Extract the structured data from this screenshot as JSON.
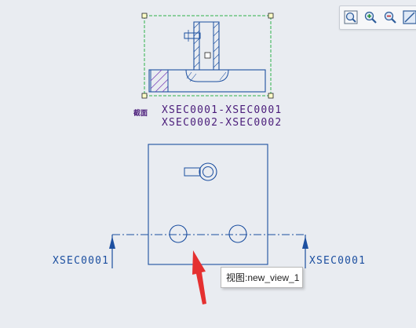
{
  "section": {
    "tag": "截面",
    "line1": "XSEC0001-XSEC0001",
    "line2": "XSEC0002-XSEC0002"
  },
  "cutting_plane": {
    "left_label": "XSEC0001",
    "right_label": "XSEC0001"
  },
  "tooltip": {
    "text": "视图:new_view_1"
  },
  "toolbar": {
    "buttons": [
      "zoom-fit-icon",
      "zoom-in-icon",
      "zoom-out-icon",
      "refit-icon"
    ]
  },
  "colors": {
    "geometry": "#1c4fa0",
    "section_text": "#4a1c7a",
    "selection_box": "#2fb24a",
    "arrow_annotation": "#e53030",
    "background": "#e9ecf1"
  }
}
